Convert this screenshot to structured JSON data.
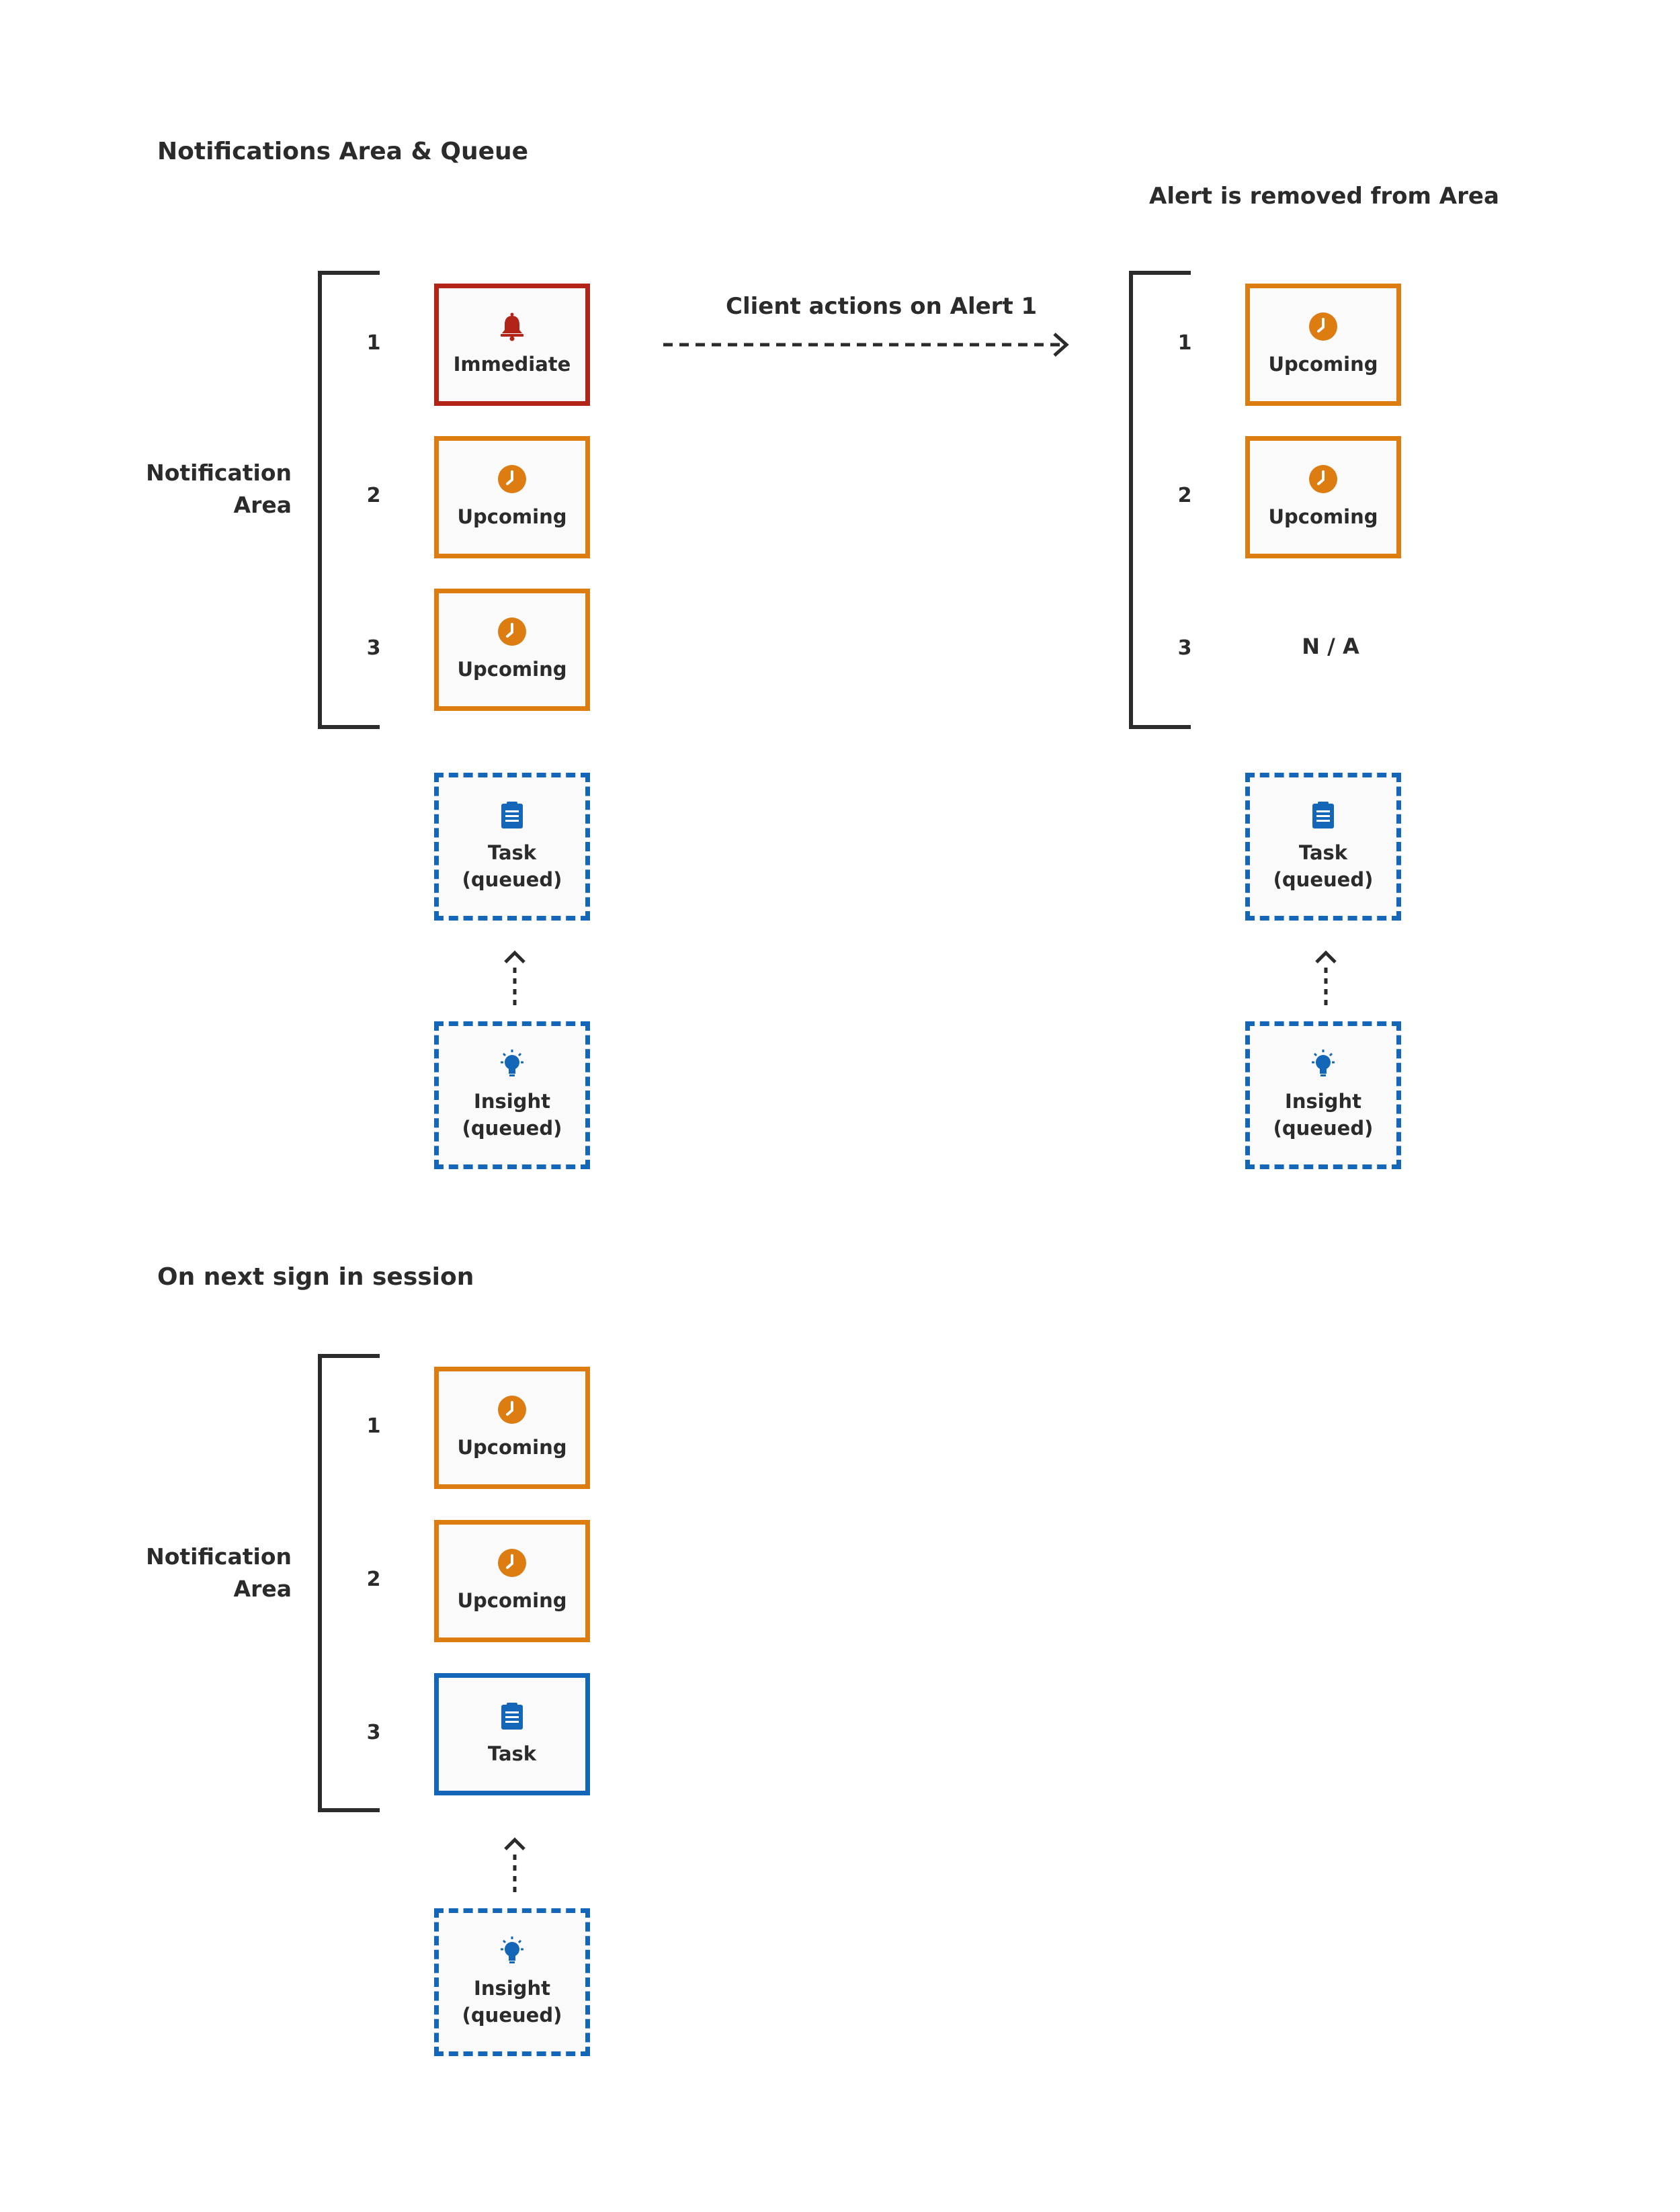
{
  "headings": {
    "section1": "Notifications Area & Queue",
    "after": "Alert is removed from Area",
    "action": "Client actions on Alert 1",
    "section2": "On next sign in session"
  },
  "area_label": "Notification\nArea",
  "numbers": [
    "1",
    "2",
    "3"
  ],
  "cards": {
    "immediate": "Immediate",
    "upcoming": "Upcoming",
    "task": "Task",
    "task_queued": "Task\n(queued)",
    "insight_queued": "Insight\n(queued)"
  },
  "na": "N / A",
  "colors": {
    "immediate": "#b22418",
    "upcoming": "#dc7c11",
    "task": "#1366b8",
    "text": "#2b2b2b"
  },
  "icons": {
    "immediate": "bell-icon",
    "upcoming": "clock-icon",
    "task": "clipboard-icon",
    "insight": "lightbulb-icon"
  }
}
